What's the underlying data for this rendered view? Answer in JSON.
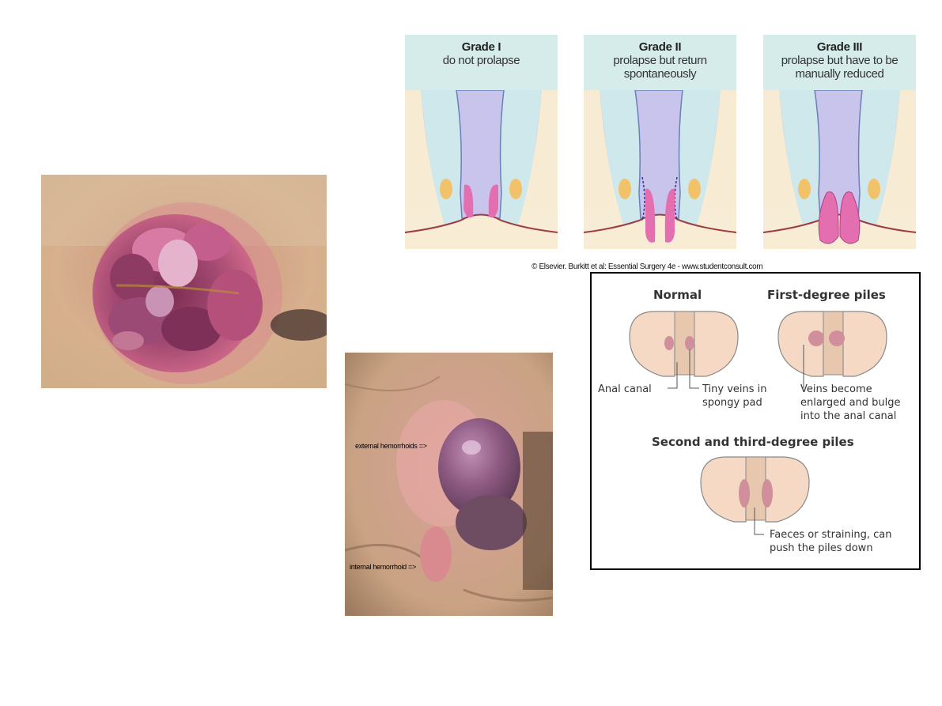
{
  "grades": [
    {
      "title": "Grade I",
      "desc_lines": [
        "do not prolapse"
      ]
    },
    {
      "title": "Grade II",
      "desc_lines": [
        "prolapse but return",
        "spontaneously"
      ]
    },
    {
      "title": "Grade III",
      "desc_lines": [
        "prolapse but have to be",
        "manually reduced"
      ]
    }
  ],
  "credit": "© Elsevier. Burkitt et al: Essential Surgery 4e - www.studentconsult.com",
  "photo_labels": {
    "external": "external hemorrhoids =>",
    "internal": "internal hemorrhoid =>"
  },
  "piles": {
    "normal": "Normal",
    "first_degree": "First-degree piles",
    "second_third": "Second and third-degree piles",
    "anal_canal": "Anal canal",
    "tiny_veins": [
      "Tiny veins in",
      "spongy pad"
    ],
    "veins_become": [
      "Veins become",
      "enlarged and bulge",
      "into the anal canal"
    ],
    "faeces": [
      "Faeces or straining, can",
      "push the piles down"
    ]
  },
  "colors": {
    "grade_header_bg": "#d6ecea",
    "mucosa_lavender": "#c9c4ec",
    "tissue_cream": "#f9ecd4",
    "pile_pink": "#e36fb1",
    "diagram_flesh": "#f5d9c4",
    "diagram_vein": "#d08f9a"
  }
}
